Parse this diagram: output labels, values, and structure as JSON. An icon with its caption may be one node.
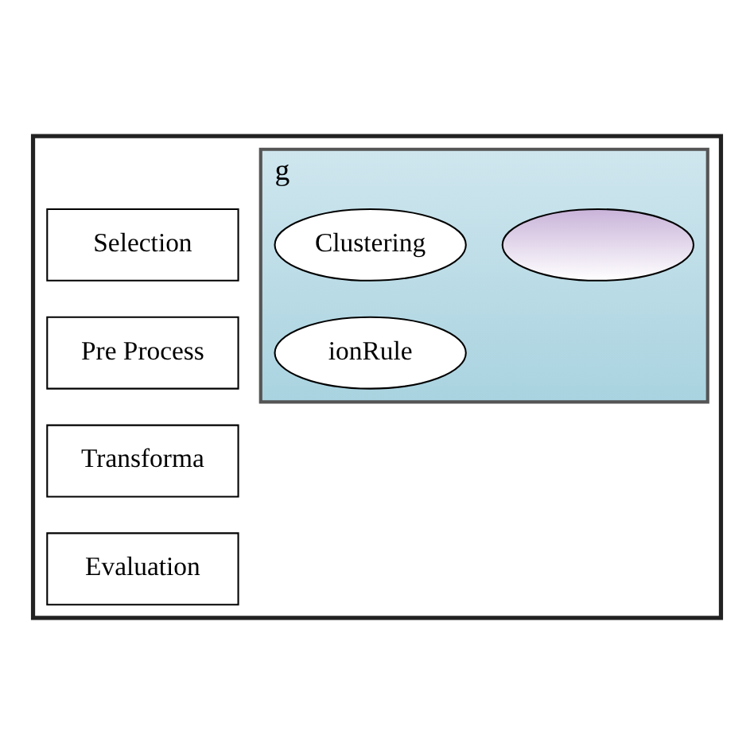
{
  "diagram": {
    "nodes": [
      {
        "text": [],
        "shape": "box"
      },
      {
        "text": [
          "g"
        ],
        "in": 0
      },
      {
        "text": [],
        "shape": "ellipse",
        "in": 1
      },
      {
        "text": [
          "Clustering"
        ],
        "in": 1
      },
      {
        "text": [
          "ionRule"
        ],
        "in": 1
      },
      {
        "text": [
          "Selection"
        ],
        "in": 0
      },
      {
        "text": [
          "Pre Process"
        ],
        "in": 0
      },
      {
        "text": [
          "Transforma"
        ],
        "in": 0
      },
      {
        "text": [
          "Evaluation"
        ],
        "in": 0
      }
    ],
    "edges": []
  }
}
